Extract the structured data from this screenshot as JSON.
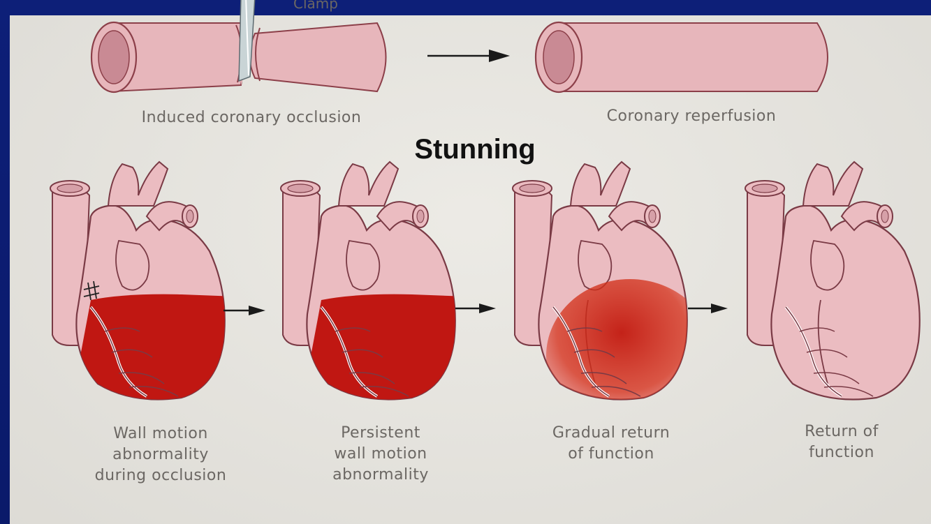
{
  "title": "Stunning",
  "clamp_label": "Clamp",
  "top_labels": {
    "occlusion": "Induced coronary occlusion",
    "reperfusion": "Coronary reperfusion"
  },
  "heart_labels": [
    "Wall motion\nabnormality\nduring occlusion",
    "Persistent\nwall motion\nabnormality",
    "Gradual return\nof function",
    "Return of\nfunction"
  ],
  "colors": {
    "vessel_fill": "#e7b6bb",
    "vessel_stroke": "#8c3f49",
    "ischemia": "#c01712",
    "heart_fill": "#ebbcc1",
    "heart_stroke": "#7a3a45",
    "background": "#e9e7e1"
  }
}
